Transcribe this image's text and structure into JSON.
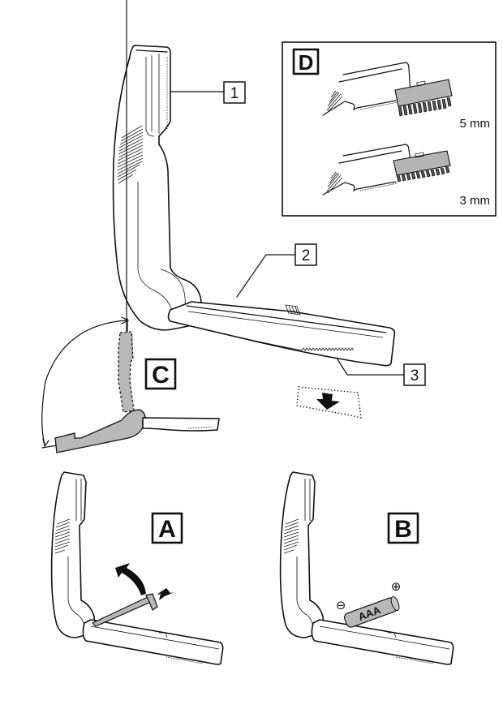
{
  "figure": {
    "callouts": [
      {
        "id": "1",
        "label": "1"
      },
      {
        "id": "2",
        "label": "2"
      },
      {
        "id": "3",
        "label": "3"
      }
    ],
    "steps": {
      "A": "A",
      "B": "B",
      "C": "C",
      "D": "D"
    },
    "detail_d": {
      "comb_lengths": [
        "5 mm",
        "3 mm"
      ]
    },
    "battery": {
      "type_label": "AAA",
      "minus_symbol": "⊖",
      "plus_symbol": "⊕"
    },
    "colors": {
      "line": "#111111",
      "shade": "#b8b8b8",
      "background": "#ffffff"
    }
  }
}
